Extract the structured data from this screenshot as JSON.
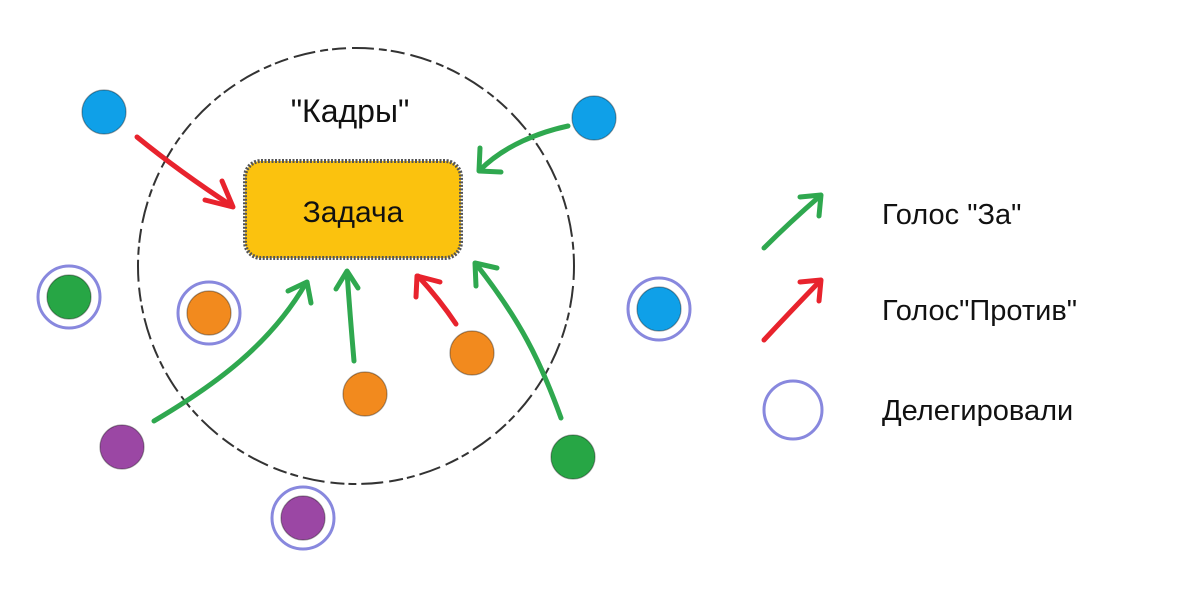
{
  "group": {
    "label": "\"Кадры\""
  },
  "task": {
    "label": "Задача",
    "fill": "#FBC20E"
  },
  "colors": {
    "vote_for": "#2FA84F",
    "vote_against": "#E8232D",
    "delegation_ring": "#6A6AD6",
    "blue": "#0FA0E8",
    "green": "#27A645",
    "orange": "#F28A1E",
    "purple": "#9B47A4"
  },
  "legend": {
    "vote_for": "Голос \"За\"",
    "vote_against": "Голос\"Против\"",
    "delegated": "Делегировали"
  }
}
